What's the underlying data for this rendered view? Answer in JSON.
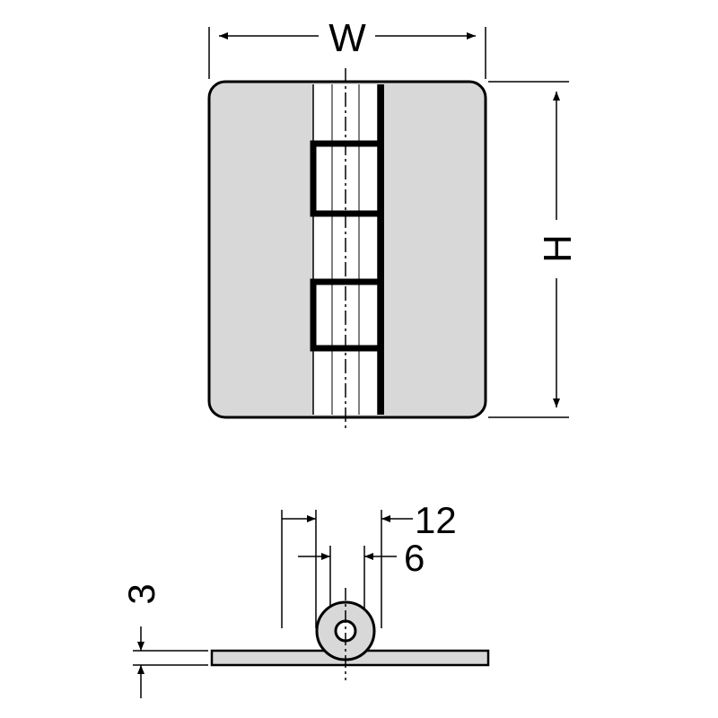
{
  "labels": {
    "width": "W",
    "height": "H",
    "barrel_outer": "12",
    "barrel_inner": "6",
    "thickness": "3"
  },
  "colors": {
    "plate_fill": "#d8d8d8",
    "line": "#000000",
    "background": "#ffffff"
  }
}
